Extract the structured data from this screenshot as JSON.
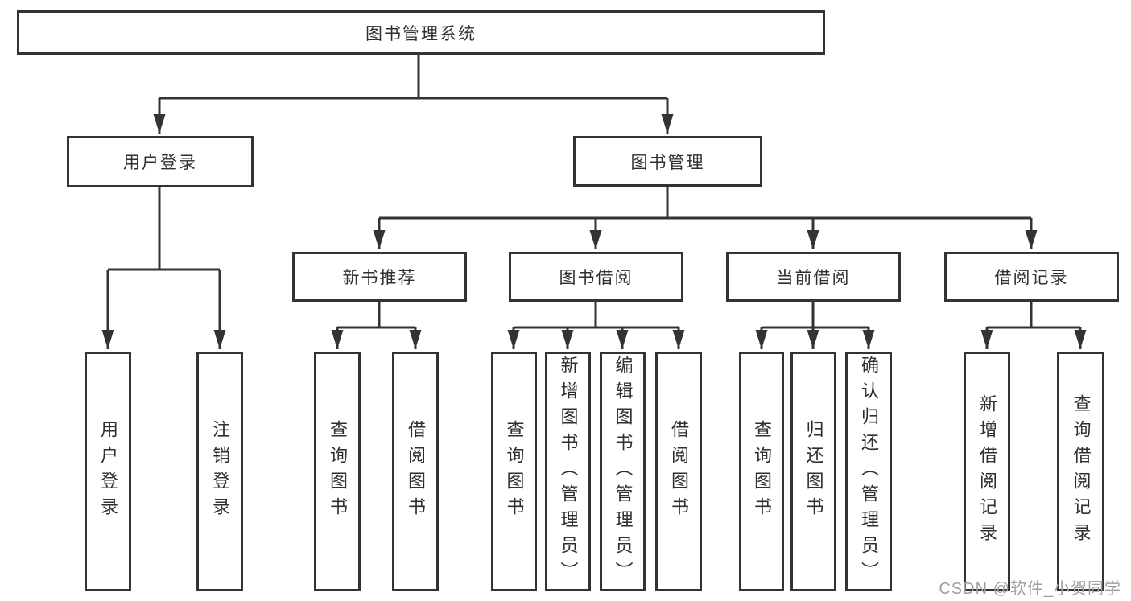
{
  "colors": {
    "line": "#333333",
    "text": "#2f2f2f",
    "box_background": "#ffffff",
    "watermark": "#9f9f9f"
  },
  "tree": {
    "root": "图书管理系统",
    "branches": [
      {
        "label": "用户登录",
        "leaves": [
          "用户登录",
          "注销登录"
        ]
      },
      {
        "label": "图书管理",
        "groups": [
          {
            "label": "新书推荐",
            "leaves": [
              "查询图书",
              "借阅图书"
            ]
          },
          {
            "label": "图书借阅",
            "leaves": [
              "查询图书",
              "新增图书（管理员）",
              "编辑图书（管理员）",
              "借阅图书"
            ]
          },
          {
            "label": "当前借阅",
            "leaves": [
              "查询图书",
              "归还图书",
              "确认归还（管理员）"
            ]
          },
          {
            "label": "借阅记录",
            "leaves": [
              "新增借阅记录",
              "查询借阅记录"
            ]
          }
        ]
      }
    ]
  },
  "watermark": "CSDN @软件_小贺同学"
}
